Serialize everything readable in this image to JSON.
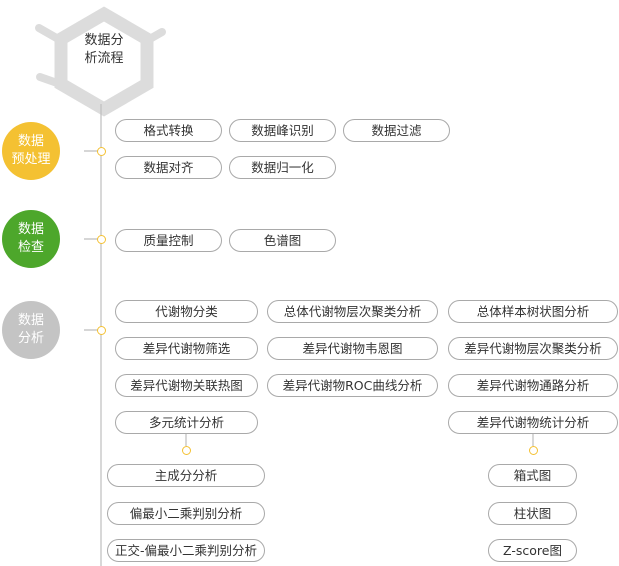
{
  "title": {
    "line1": "数据分",
    "line2": "析流程"
  },
  "colors": {
    "yellow": "#f4c132",
    "green": "#4da72b",
    "gray": "#c4c4c4",
    "line": "#bdbdbd",
    "hex": "#dcdcdc"
  },
  "stages": [
    {
      "line1": "数据",
      "line2": "预处理",
      "color": "#f4c132"
    },
    {
      "line1": "数据",
      "line2": "检查",
      "color": "#4da72b"
    },
    {
      "line1": "数据",
      "line2": "分析",
      "color": "#c4c4c4"
    }
  ],
  "preprocess": [
    "格式转换",
    "数据峰识别",
    "数据过滤",
    "数据对齐",
    "数据归一化"
  ],
  "check": [
    "质量控制",
    "色谱图"
  ],
  "analysis": [
    "代谢物分类",
    "总体代谢物层次聚类分析",
    "总体样本树状图分析",
    "差异代谢物筛选",
    "差异代谢物韦恩图",
    "差异代谢物层次聚类分析",
    "差异代谢物关联热图",
    "差异代谢物ROC曲线分析",
    "差异代谢物通路分析",
    "多元统计分析",
    "差异代谢物统计分析"
  ],
  "multivariate_children": [
    "主成分分析",
    "偏最小二乘判别分析",
    "正交-偏最小二乘判别分析"
  ],
  "stat_children": [
    "箱式图",
    "柱状图",
    "Z-score图"
  ]
}
